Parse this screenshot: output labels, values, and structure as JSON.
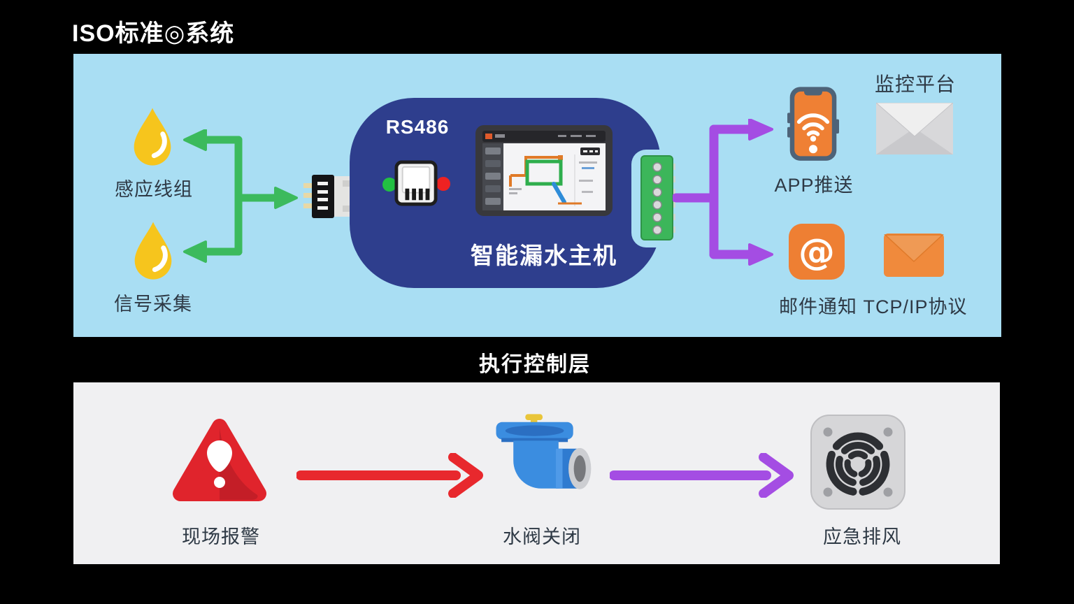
{
  "title": "ISO标准◎系统",
  "colors": {
    "background": "#000000",
    "panel_blue": "#a9def3",
    "panel_gray": "#f0f0f2",
    "device_navy": "#2e3e8d",
    "input_arrow_green": "#3cba5d",
    "output_arrow_purple": "#a44de3",
    "alarm_red": "#e0242c",
    "accent_orange": "#ef8034",
    "drop_yellow": "#f6c51d",
    "label_dark": "#2e3945"
  },
  "top_panel": {
    "sensors": [
      {
        "icon": "water-drop-icon",
        "label": "感应线组"
      },
      {
        "icon": "water-drop-icon",
        "label": "信号采集"
      }
    ],
    "device": {
      "port_label": "RS486",
      "name": "智能漏水主机"
    },
    "outputs": [
      {
        "icon": "phone-wifi-icon",
        "label": "APP推送"
      },
      {
        "icon": "envelope-gray-icon",
        "label": "监控平台"
      },
      {
        "icon": "at-sign-icon",
        "label": "邮件通知"
      },
      {
        "icon": "envelope-orange-icon",
        "label": "TCP/IP协议"
      }
    ]
  },
  "middle_band": {
    "label": "执行控制层"
  },
  "bottom_panel": {
    "steps": [
      {
        "icon": "alert-triangle-icon",
        "label": "现场报警"
      },
      {
        "icon": "water-valve-icon",
        "label": "水阀关闭"
      },
      {
        "icon": "exhaust-fan-icon",
        "label": "应急排风"
      }
    ]
  }
}
